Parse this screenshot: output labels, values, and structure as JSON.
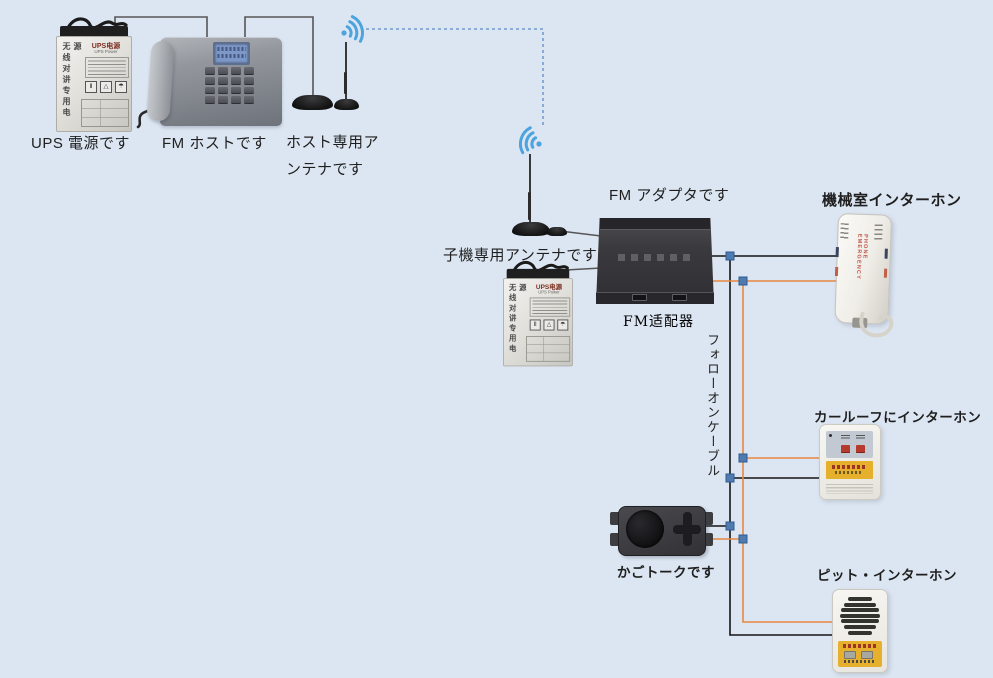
{
  "colors": {
    "background": "#dce6f2",
    "wire_black": "#141414",
    "wire_orange": "#e8873f",
    "wire_gray": "#565656",
    "dashed_blue": "#5b8bc9",
    "wifi_blue": "#4da3dd",
    "connector": "#4f7cb0",
    "connector_border": "#2f5a8f",
    "label_text": "#1f1f1f",
    "panel_yellow": "#e6b02c",
    "button_red": "#b63b2e"
  },
  "labels": {
    "ups1": "UPS 電源です",
    "fm_host": "FM ホストです",
    "host_antenna_line1": "ホスト専用ア",
    "host_antenna_line2": "ンテナです",
    "fm_adapter": "FM アダプタです",
    "sub_antenna": "子機専用アンテナです",
    "adapter_cn": "FM适配器",
    "machine_room": "機械室インターホン",
    "follow_cable": "フォローオンケーブル",
    "car_roof": "カールーフにインターホン",
    "cage_talk": "かごトークです",
    "pit": "ピット・インターホン"
  },
  "ups_unit": {
    "side_text": "无线对讲专用电源",
    "title": "UPS电源",
    "subtitle": "UPS Power",
    "icon1": "Ⅱ",
    "icon2": "△",
    "icon3": "☂"
  },
  "machine_room_unit": {
    "vertical_text": "EMERGENCY PHONE"
  }
}
